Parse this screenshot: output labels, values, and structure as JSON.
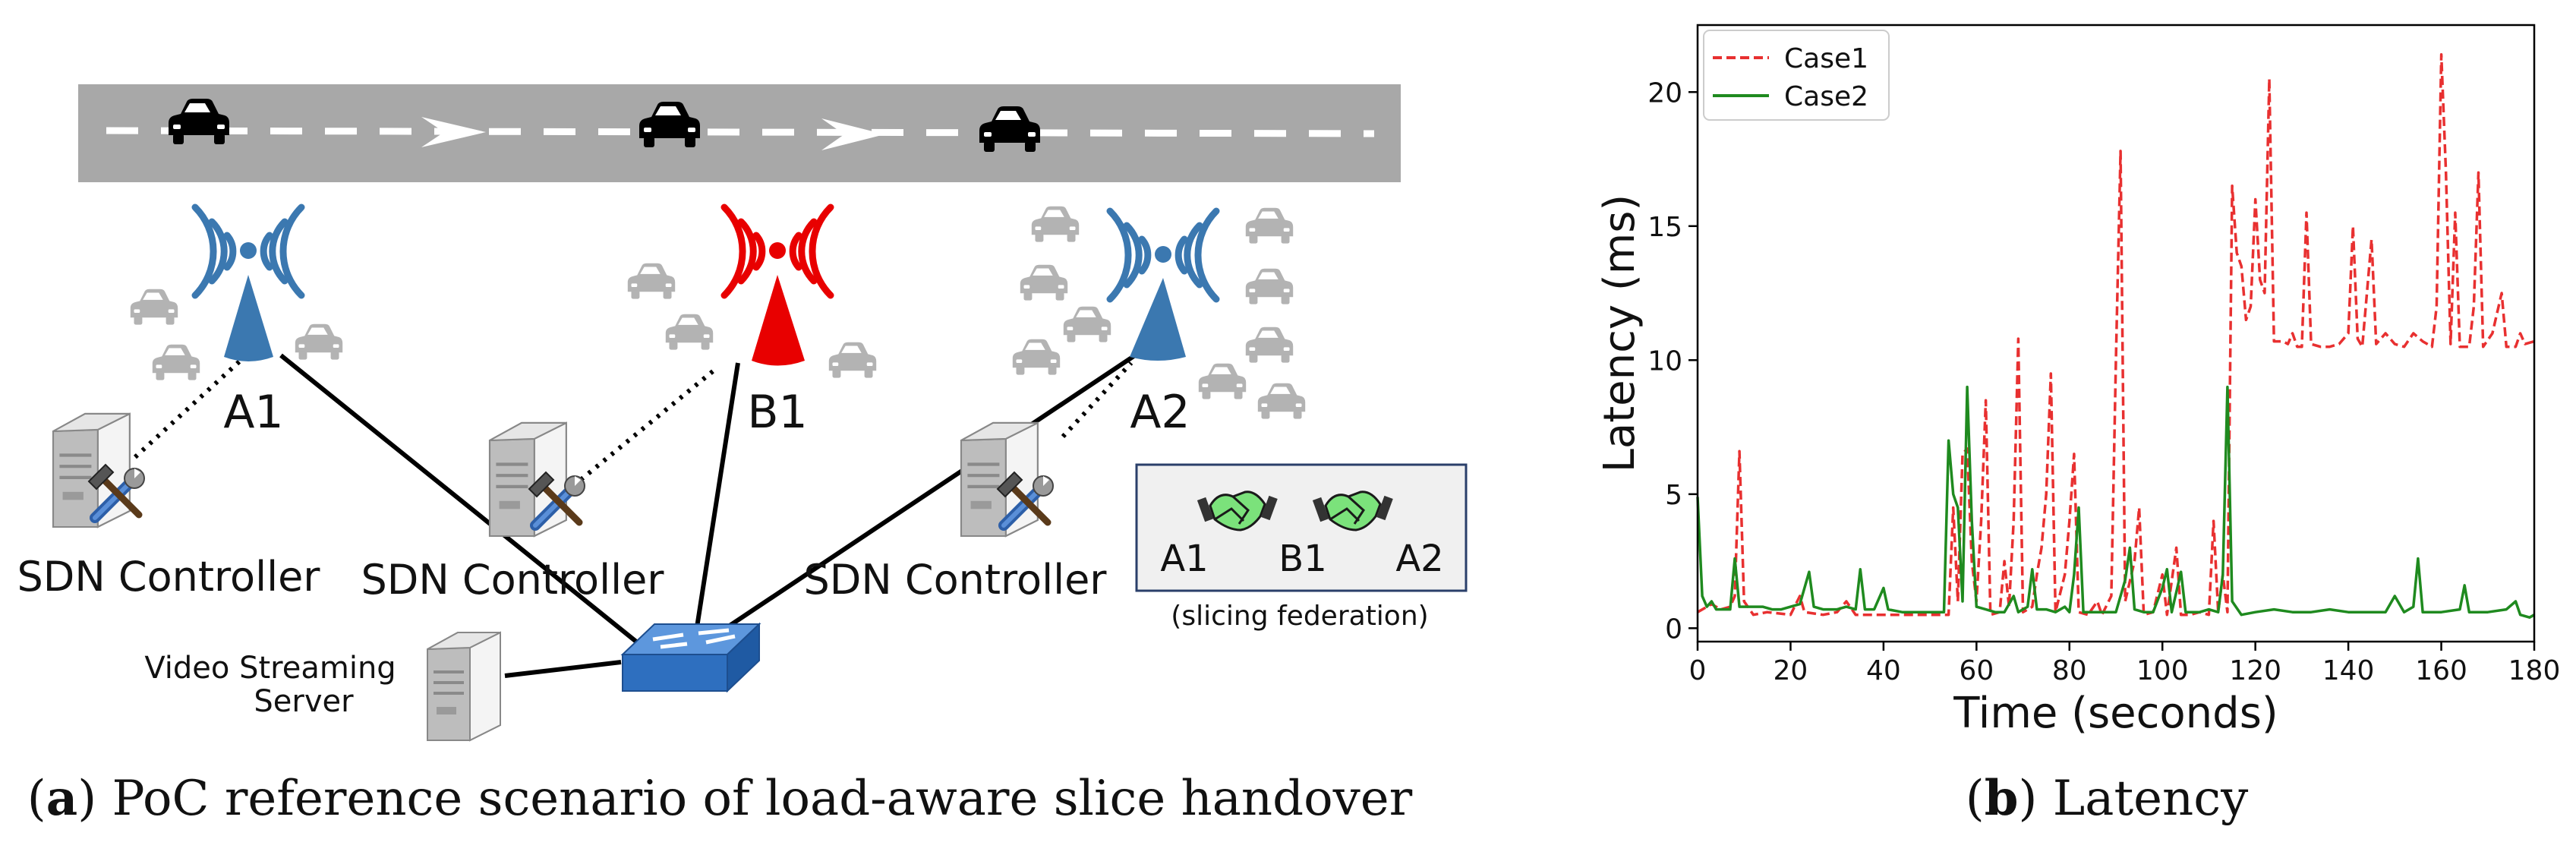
{
  "scenario": {
    "stations": {
      "a1": "A1",
      "b1": "B1",
      "a2": "A2"
    },
    "controller_label": "SDN Controller",
    "server_line1": "Video Streaming",
    "server_line2": "Server",
    "federation": {
      "labels": [
        "A1",
        "B1",
        "A2"
      ],
      "caption": "(slicing federation)"
    },
    "colors": {
      "road": "#a8a8a8",
      "station_blue": "#3b78b0",
      "station_red": "#e80000",
      "handshake": "#7be27b",
      "switch": "#2e6fbf"
    },
    "icons": [
      "car-icon",
      "antenna-icon",
      "server-icon",
      "tools-icon",
      "switch-icon",
      "handshake-icon"
    ]
  },
  "captions": {
    "a_letter": "a",
    "a_text": "PoC reference scenario of load-aware slice handover",
    "b_letter": "b",
    "b_text": "Latency"
  },
  "chart_data": {
    "type": "line",
    "title": "",
    "xlabel": "Time (seconds)",
    "ylabel": "Latency (ms)",
    "xlim": [
      0,
      180
    ],
    "ylim": [
      -0.5,
      22.5
    ],
    "xticks": [
      0,
      20,
      40,
      60,
      80,
      100,
      120,
      140,
      160,
      180
    ],
    "yticks": [
      0,
      5,
      10,
      15,
      20
    ],
    "grid": false,
    "legend_position": "top-left",
    "series": [
      {
        "name": "Case1",
        "color": "#e83030",
        "style": "dashed",
        "points": [
          [
            0,
            0.6
          ],
          [
            3,
            0.9
          ],
          [
            5,
            0.7
          ],
          [
            7,
            0.8
          ],
          [
            8,
            1.2
          ],
          [
            9,
            6.6
          ],
          [
            10,
            1.0
          ],
          [
            12,
            0.5
          ],
          [
            15,
            0.6
          ],
          [
            20,
            0.5
          ],
          [
            22,
            1.2
          ],
          [
            23,
            0.6
          ],
          [
            27,
            0.5
          ],
          [
            30,
            0.6
          ],
          [
            32,
            1.0
          ],
          [
            34,
            0.5
          ],
          [
            40,
            0.5
          ],
          [
            45,
            0.5
          ],
          [
            50,
            0.5
          ],
          [
            54,
            0.5
          ],
          [
            55,
            4.5
          ],
          [
            56,
            1.0
          ],
          [
            57,
            6.5
          ],
          [
            58,
            6.7
          ],
          [
            59,
            2.5
          ],
          [
            60,
            1.0
          ],
          [
            61,
            4.0
          ],
          [
            62,
            8.5
          ],
          [
            63,
            0.5
          ],
          [
            65,
            0.6
          ],
          [
            66,
            2.5
          ],
          [
            67,
            0.8
          ],
          [
            68,
            4.0
          ],
          [
            69,
            10.8
          ],
          [
            70,
            0.6
          ],
          [
            72,
            0.8
          ],
          [
            73,
            2.0
          ],
          [
            74,
            3.0
          ],
          [
            75,
            5.0
          ],
          [
            76,
            9.5
          ],
          [
            77,
            0.6
          ],
          [
            79,
            2.0
          ],
          [
            80,
            4.0
          ],
          [
            81,
            6.5
          ],
          [
            82,
            0.6
          ],
          [
            84,
            0.5
          ],
          [
            86,
            1.0
          ],
          [
            87,
            0.5
          ],
          [
            89,
            1.2
          ],
          [
            90,
            10.0
          ],
          [
            91,
            17.8
          ],
          [
            92,
            1.0
          ],
          [
            94,
            2.5
          ],
          [
            95,
            4.5
          ],
          [
            96,
            0.5
          ],
          [
            98,
            0.6
          ],
          [
            100,
            2.0
          ],
          [
            101,
            0.5
          ],
          [
            103,
            3.0
          ],
          [
            104,
            0.5
          ],
          [
            106,
            0.5
          ],
          [
            108,
            0.6
          ],
          [
            110,
            0.5
          ],
          [
            111,
            4.0
          ],
          [
            112,
            0.6
          ],
          [
            113,
            2.0
          ],
          [
            114,
            0.6
          ],
          [
            115,
            16.5
          ],
          [
            116,
            14.0
          ],
          [
            117,
            13.5
          ],
          [
            118,
            11.5
          ],
          [
            119,
            12.0
          ],
          [
            120,
            16.0
          ],
          [
            121,
            13.0
          ],
          [
            122,
            12.5
          ],
          [
            123,
            20.5
          ],
          [
            124,
            10.7
          ],
          [
            126,
            10.7
          ],
          [
            127,
            10.6
          ],
          [
            128,
            11.0
          ],
          [
            129,
            10.5
          ],
          [
            130,
            10.5
          ],
          [
            131,
            15.5
          ],
          [
            132,
            10.6
          ],
          [
            134,
            10.5
          ],
          [
            136,
            10.5
          ],
          [
            138,
            10.6
          ],
          [
            140,
            11.0
          ],
          [
            141,
            15.0
          ],
          [
            142,
            10.8
          ],
          [
            143,
            10.5
          ],
          [
            145,
            14.5
          ],
          [
            146,
            10.6
          ],
          [
            148,
            11.0
          ],
          [
            150,
            10.6
          ],
          [
            152,
            10.5
          ],
          [
            154,
            11.0
          ],
          [
            156,
            10.7
          ],
          [
            158,
            10.5
          ],
          [
            159,
            12.0
          ],
          [
            160,
            21.4
          ],
          [
            161,
            17.0
          ],
          [
            162,
            10.6
          ],
          [
            163,
            15.5
          ],
          [
            164,
            10.5
          ],
          [
            166,
            10.5
          ],
          [
            167,
            12.0
          ],
          [
            168,
            17.0
          ],
          [
            169,
            10.5
          ],
          [
            171,
            11.0
          ],
          [
            173,
            12.5
          ],
          [
            174,
            10.5
          ],
          [
            176,
            10.5
          ],
          [
            177,
            11.0
          ],
          [
            178,
            10.6
          ],
          [
            180,
            10.7
          ]
        ]
      },
      {
        "name": "Case2",
        "color": "#1f8a1f",
        "style": "solid",
        "points": [
          [
            0,
            4.9
          ],
          [
            1,
            1.2
          ],
          [
            2,
            0.8
          ],
          [
            3,
            1.0
          ],
          [
            4,
            0.7
          ],
          [
            5,
            0.7
          ],
          [
            7,
            0.7
          ],
          [
            8,
            2.6
          ],
          [
            9,
            0.8
          ],
          [
            12,
            0.8
          ],
          [
            14,
            0.8
          ],
          [
            16,
            0.7
          ],
          [
            18,
            0.7
          ],
          [
            20,
            0.8
          ],
          [
            22,
            0.9
          ],
          [
            24,
            2.1
          ],
          [
            25,
            0.8
          ],
          [
            27,
            0.7
          ],
          [
            30,
            0.7
          ],
          [
            32,
            0.8
          ],
          [
            34,
            0.7
          ],
          [
            35,
            2.2
          ],
          [
            36,
            0.7
          ],
          [
            38,
            0.7
          ],
          [
            40,
            1.5
          ],
          [
            41,
            0.7
          ],
          [
            44,
            0.6
          ],
          [
            47,
            0.6
          ],
          [
            50,
            0.6
          ],
          [
            53,
            0.6
          ],
          [
            54,
            7.0
          ],
          [
            55,
            5.0
          ],
          [
            56,
            4.5
          ],
          [
            57,
            1.0
          ],
          [
            58,
            9.0
          ],
          [
            59,
            4.0
          ],
          [
            60,
            0.8
          ],
          [
            62,
            0.7
          ],
          [
            64,
            0.6
          ],
          [
            66,
            0.6
          ],
          [
            68,
            1.2
          ],
          [
            69,
            0.6
          ],
          [
            71,
            0.8
          ],
          [
            72,
            2.2
          ],
          [
            73,
            0.7
          ],
          [
            75,
            0.7
          ],
          [
            77,
            0.6
          ],
          [
            79,
            0.8
          ],
          [
            80,
            0.6
          ],
          [
            81,
            2.0
          ],
          [
            82,
            4.5
          ],
          [
            83,
            0.6
          ],
          [
            86,
            0.6
          ],
          [
            88,
            0.6
          ],
          [
            90,
            0.6
          ],
          [
            92,
            1.8
          ],
          [
            93,
            3.0
          ],
          [
            94,
            0.7
          ],
          [
            96,
            0.6
          ],
          [
            98,
            0.6
          ],
          [
            100,
            1.5
          ],
          [
            101,
            2.2
          ],
          [
            102,
            0.6
          ],
          [
            104,
            2.1
          ],
          [
            105,
            0.6
          ],
          [
            108,
            0.6
          ],
          [
            110,
            0.7
          ],
          [
            112,
            0.6
          ],
          [
            113,
            2.0
          ],
          [
            114,
            9.0
          ],
          [
            115,
            1.0
          ],
          [
            117,
            0.5
          ],
          [
            120,
            0.6
          ],
          [
            124,
            0.7
          ],
          [
            128,
            0.6
          ],
          [
            132,
            0.6
          ],
          [
            136,
            0.7
          ],
          [
            140,
            0.6
          ],
          [
            144,
            0.6
          ],
          [
            148,
            0.6
          ],
          [
            150,
            1.2
          ],
          [
            152,
            0.6
          ],
          [
            154,
            0.8
          ],
          [
            155,
            2.6
          ],
          [
            156,
            0.6
          ],
          [
            160,
            0.6
          ],
          [
            164,
            0.7
          ],
          [
            165,
            1.6
          ],
          [
            166,
            0.6
          ],
          [
            170,
            0.6
          ],
          [
            174,
            0.7
          ],
          [
            176,
            1.0
          ],
          [
            177,
            0.5
          ],
          [
            179,
            0.4
          ],
          [
            180,
            0.5
          ]
        ]
      }
    ]
  }
}
